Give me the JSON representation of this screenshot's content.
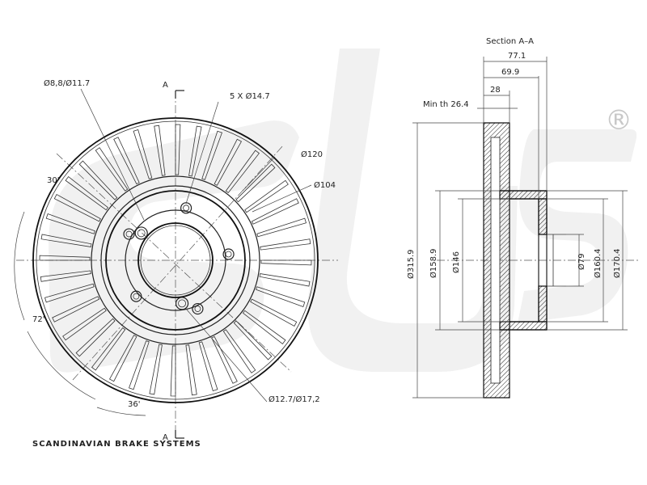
{
  "labels": {
    "section": "Section A–A",
    "section_mark": "A",
    "bolt_hole": "Ø8,8/Ø11.7",
    "bolt_count": "5 X Ø14.7",
    "pcd_120": "Ø120",
    "pcd_104": "Ø104",
    "angle_30": "30'",
    "angle_72": "72'",
    "angle_36": "36'",
    "hub_hole": "Ø12.7/Ø17,2",
    "dim_77": "77.1",
    "dim_69": "69.9",
    "dim_28": "28",
    "min_th": "Min th  26.4",
    "d_315": "Ø315.9",
    "d_158": "Ø158.9",
    "d_146": "Ø146",
    "d_79": "Ø79",
    "d_160": "Ø160.4",
    "d_170": "Ø170.4"
  },
  "watermark": {
    "footer": "SCANDINAVIAN BRAKE SYSTEMS",
    "registered": "®"
  },
  "colors": {
    "line": "#222222",
    "watermark": "#cfcfcf",
    "background": "#ffffff"
  }
}
